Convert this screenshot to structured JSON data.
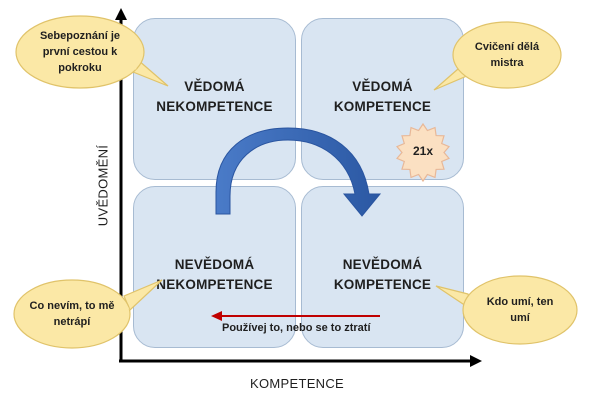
{
  "quadrants": {
    "top_left": {
      "line1": "VĚDOMÁ",
      "line2": "NEKOMPETENCE"
    },
    "top_right": {
      "line1": "VĚDOMÁ",
      "line2": "KOMPETENCE"
    },
    "bottom_left": {
      "line1": "NEVĚDOMÁ",
      "line2": "NEKOMPETENCE"
    },
    "bottom_right": {
      "line1": "NEVĚDOMÁ",
      "line2": "KOMPETENCE"
    }
  },
  "axes": {
    "x_label": "KOMPETENCE",
    "y_label": "UVĚDOMĚNÍ"
  },
  "bubbles": {
    "top_left": {
      "line1": "Sebepoznání je",
      "line2": "první cestou k",
      "line3": "pokroku"
    },
    "top_right": {
      "line1": "Cvičení dělá",
      "line2": "mistra"
    },
    "bottom_left": {
      "line1": "Co nevím, to mě",
      "line2": "netrápí"
    },
    "bottom_right": {
      "line1": "Kdo umí, ten",
      "line2": "umí"
    }
  },
  "badge": {
    "text": "21x"
  },
  "caption": {
    "text": "Používej to, nebo se to ztratí"
  },
  "colors": {
    "quadrant_fill": "#d9e5f2",
    "quadrant_border": "#a7bbd2",
    "bubble_fill": "#fbe8a6",
    "bubble_border": "#e0c36a",
    "curved_arrow": "#3465b2",
    "red_arrow": "#c00000",
    "badge_fill": "#fbe0c2"
  }
}
